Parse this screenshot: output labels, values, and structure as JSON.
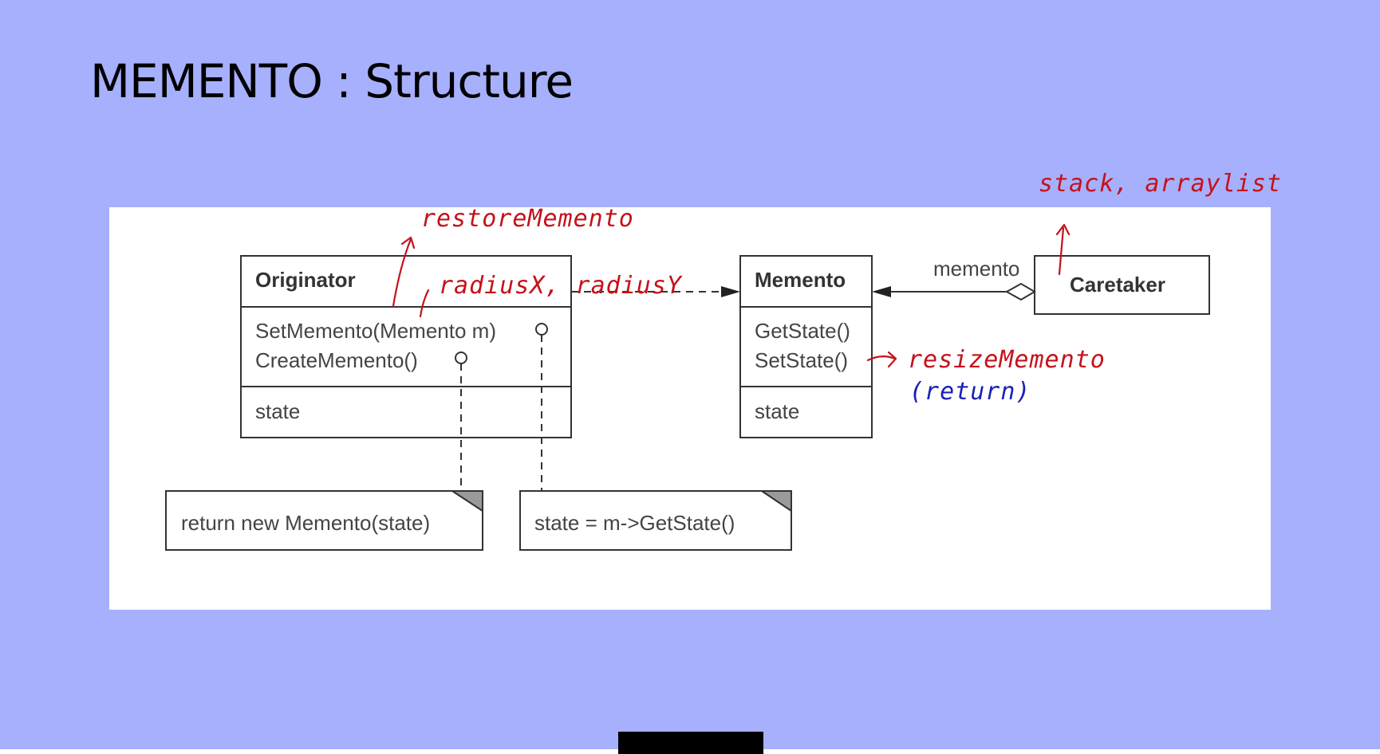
{
  "slide": {
    "title": "MEMENTO : Structure"
  },
  "diagram": {
    "originator": {
      "name": "Originator",
      "methods": [
        "SetMemento(Memento m)",
        "CreateMemento()"
      ],
      "fields": [
        "state"
      ]
    },
    "memento": {
      "name": "Memento",
      "methods": [
        "GetState()",
        "SetState()"
      ],
      "fields": [
        "state"
      ]
    },
    "caretaker": {
      "name": "Caretaker"
    },
    "association_label": "memento",
    "notes": {
      "create_memento": "return new Memento(state)",
      "set_memento": "state = m->GetState()"
    }
  },
  "annotations": {
    "restore_memento": "restoreMemento",
    "radius": "radiusX, radiusY",
    "stack_arraylist": "stack, arraylist",
    "resize_memento": "resizeMemento",
    "return": "(return)"
  },
  "colors": {
    "slide_background": "#a7b0fd",
    "panel_background": "#ffffff",
    "ink_red": "#c4121b",
    "ink_blue": "#1a22b5"
  }
}
